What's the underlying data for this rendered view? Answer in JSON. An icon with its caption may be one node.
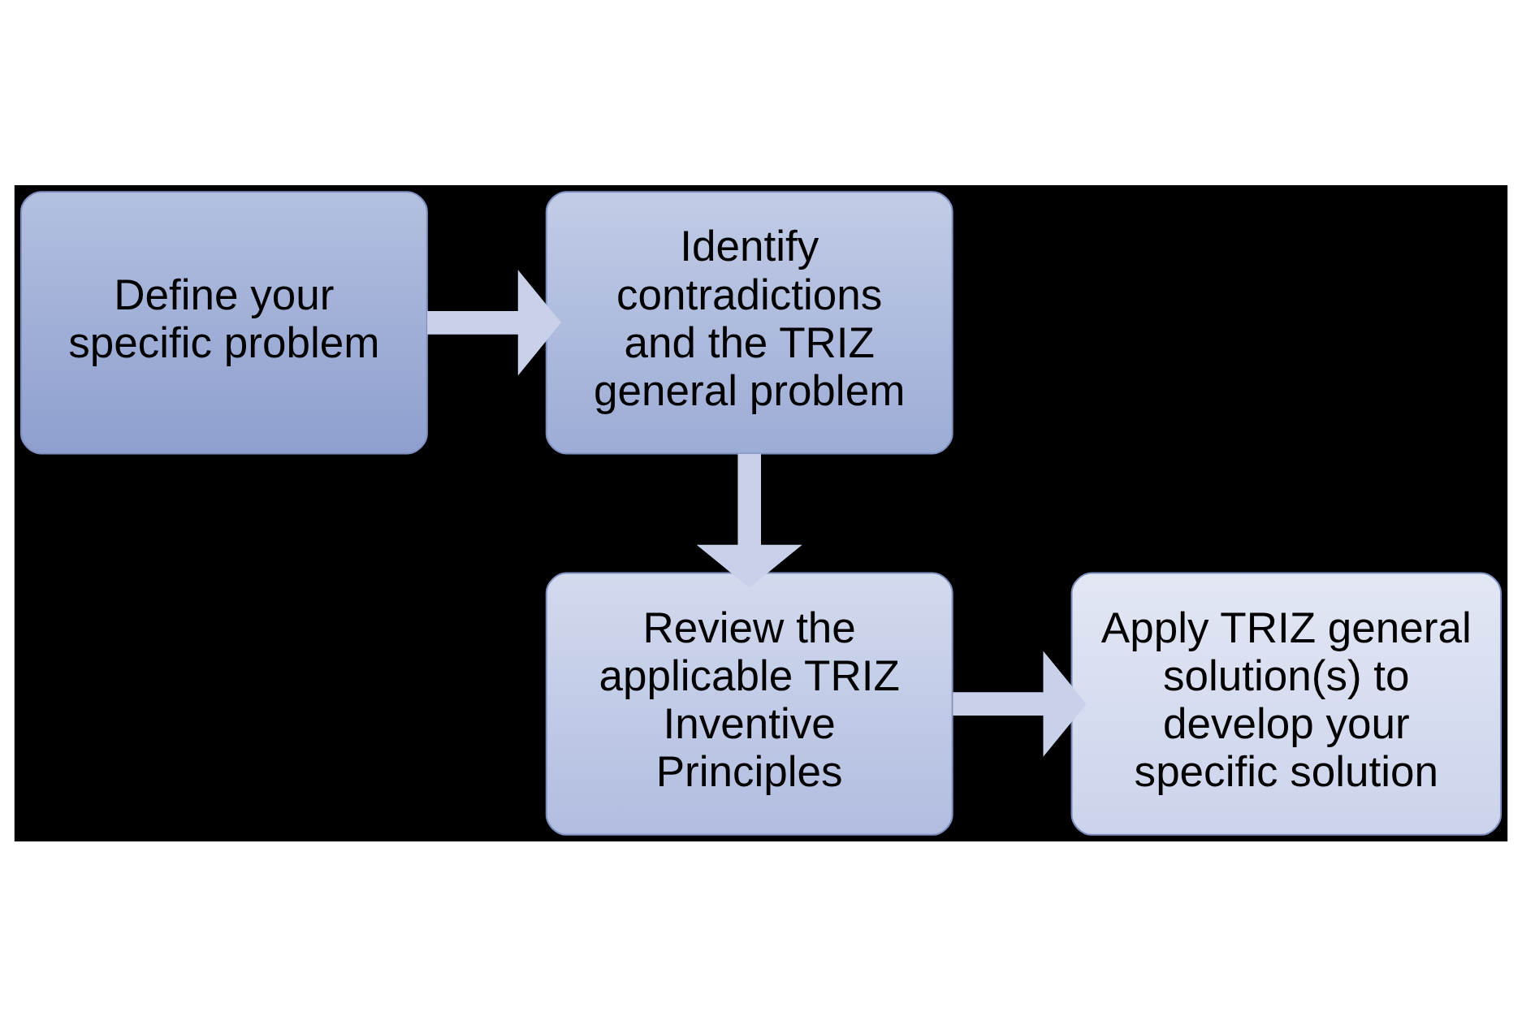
{
  "diagram": {
    "nodes": [
      {
        "text": [
          "Define your specific problem"
        ]
      },
      {
        "text": [
          "Identify contradictions and the TRIZ general problem"
        ]
      },
      {
        "text": [
          "Review the applicable TRIZ Inventive Principles"
        ]
      },
      {
        "text": [
          "Apply TRIZ general solution(s) to develop your specific solution"
        ]
      }
    ],
    "edges": [
      {
        "from": 0,
        "to": 1,
        "arrow": "to"
      },
      {
        "from": 1,
        "to": 2,
        "arrow": "to"
      },
      {
        "from": 2,
        "to": 3,
        "arrow": "to"
      }
    ]
  }
}
